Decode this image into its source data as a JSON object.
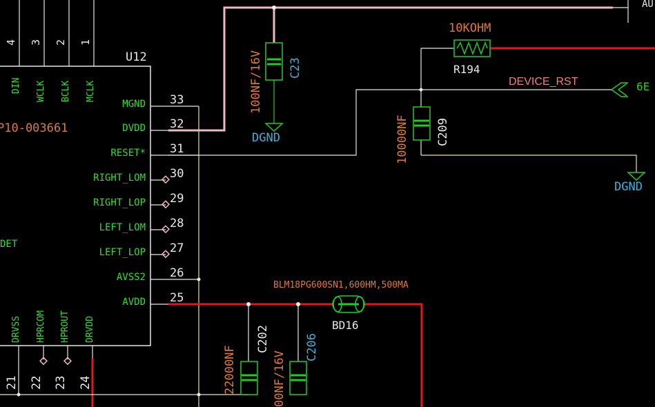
{
  "colors": {
    "background": "#000000",
    "pin_label": "#33dd33",
    "pin_number": "#e8e8e8",
    "component_body": "#22cc22",
    "value_text": "#e07a3a",
    "refdes_text": "#40b0d8",
    "net_pink": "#f0b8c0",
    "net_red": "#e01a1a",
    "wire_white": "#e8e8e8",
    "wire_yellow": "#e6e6a0",
    "net_label": "#f08080"
  },
  "chip": {
    "refdes": "U12",
    "partno": "P10-003661",
    "det_label": "DET",
    "top_pins": [
      {
        "num": "4",
        "name": "DIN"
      },
      {
        "num": "3",
        "name": "WCLK"
      },
      {
        "num": "2",
        "name": "BCLK"
      },
      {
        "num": "1",
        "name": "MCLK"
      }
    ],
    "right_pins": [
      {
        "num": "33",
        "name": "MGND"
      },
      {
        "num": "32",
        "name": "DVDD"
      },
      {
        "num": "31",
        "name": "RESET*"
      },
      {
        "num": "30",
        "name": "RIGHT_LOM"
      },
      {
        "num": "29",
        "name": "RIGHT_LOP"
      },
      {
        "num": "28",
        "name": "LEFT_LOM"
      },
      {
        "num": "27",
        "name": "LEFT_LOP"
      },
      {
        "num": "26",
        "name": "AVSS2"
      },
      {
        "num": "25",
        "name": "AVDD"
      }
    ],
    "bottom_pins": [
      {
        "num": "21",
        "name": "DRVSS"
      },
      {
        "num": "22",
        "name": "HPRCOM"
      },
      {
        "num": "23",
        "name": "HPROUT"
      },
      {
        "num": "24",
        "name": "DRVDD"
      }
    ]
  },
  "components": {
    "c23": {
      "refdes": "C23",
      "value": "100NF/16V",
      "gnd": "DGND"
    },
    "r194": {
      "refdes": "R194",
      "value": "10KOHM"
    },
    "c209": {
      "refdes": "C209",
      "value": "10000NF",
      "gnd": "DGND"
    },
    "bd16": {
      "refdes": "BD16",
      "value": "BLM18PG600SN1,600HM,500MA"
    },
    "c202": {
      "refdes": "C202",
      "value": "22000NF"
    },
    "c206": {
      "refdes": "C206",
      "value": "00NF/16V"
    }
  },
  "nets": {
    "device_rst": "DEVICE_RST",
    "top_right_partial": "AU",
    "offpage_partial": "6E"
  }
}
